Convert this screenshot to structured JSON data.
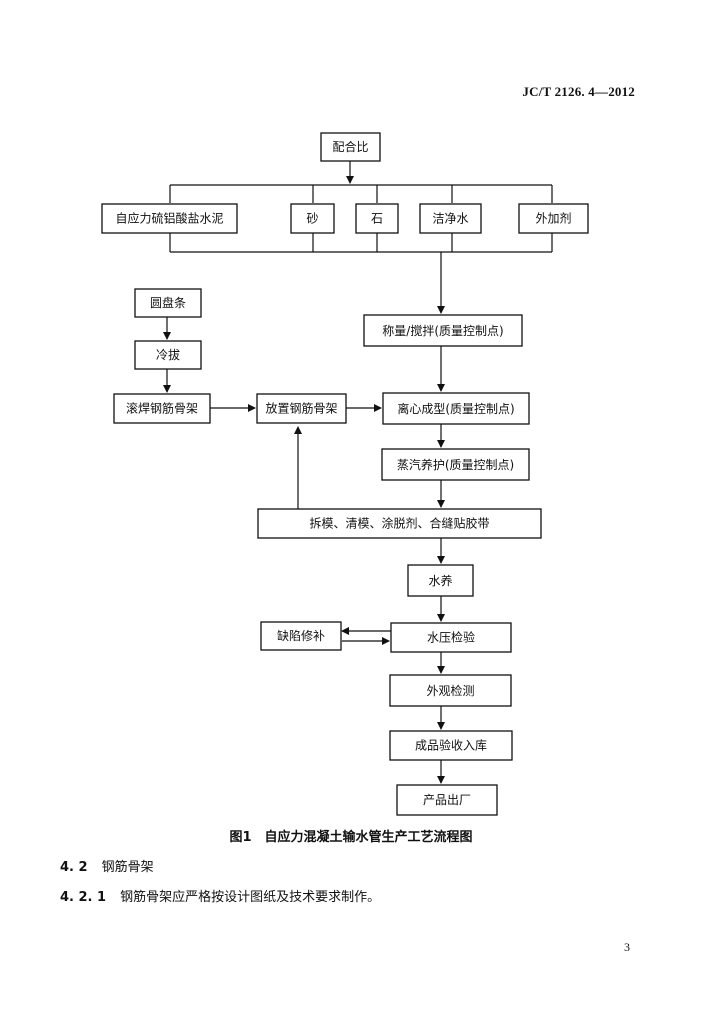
{
  "header": {
    "doc_code": "JC/T 2126. 4—2012"
  },
  "flowchart": {
    "nodes": {
      "mix_ratio": "配合比",
      "cement": "自应力硫铝酸盐水泥",
      "sand": "砂",
      "stone": "石",
      "water": "洁净水",
      "admixture": "外加剂",
      "wire_coil": "圆盘条",
      "cold_draw": "冷拔",
      "roll_weld": "滚焊钢筋骨架",
      "place_cage": "放置钢筋骨架",
      "weigh_mix": "称量/搅拌(质量控制点)",
      "centrifugal": "离心成型(质量控制点)",
      "steam_cure": "蒸汽养护(质量控制点)",
      "demold": "拆模、清模、涂脱剂、合缝贴胶带",
      "water_cure": "水养",
      "defect_repair": "缺陷修补",
      "pressure_test": "水压检验",
      "visual_check": "外观检测",
      "product_store": "成品验收入库",
      "ship": "产品出厂"
    }
  },
  "caption": "图1　自应力混凝土输水管生产工艺流程图",
  "section": {
    "number": "4. 2",
    "title": "钢筋骨架"
  },
  "paragraph": {
    "number": "4. 2. 1",
    "text": "钢筋骨架应严格按设计图纸及技术要求制作。"
  },
  "page_number": "3"
}
